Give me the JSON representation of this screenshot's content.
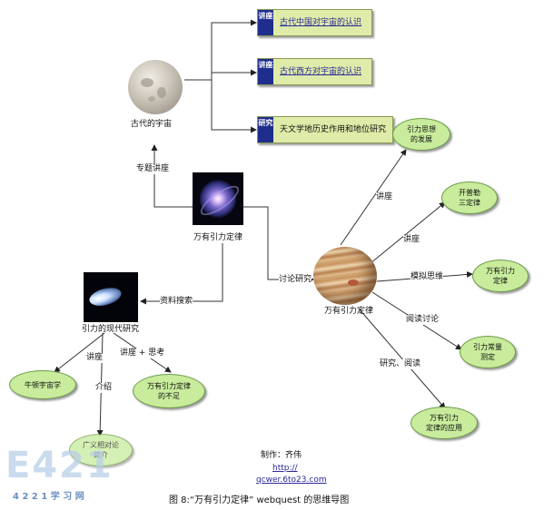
{
  "nodes": {
    "ancient_universe": "古代的宇宙",
    "gravity_law": "万有引力定律",
    "modern_research": "引力的现代研究",
    "gravity_law_planet": "万有引力定律"
  },
  "boxes": [
    {
      "tag": "讲座",
      "text": "古代中国对宇宙的认识"
    },
    {
      "tag": "讲座",
      "text": "古代西方对宇宙的认识"
    },
    {
      "tag": "研究",
      "text": "天文学地历史作用和地位研究"
    }
  ],
  "edge_labels": {
    "special_lecture": "专题讲座",
    "data_search": "资料搜索",
    "discuss_research": "讨论研究",
    "lecture_a": "讲座",
    "lecture_b": "讲座",
    "simulate_thinking": "模拟思维",
    "read_discuss": "阅读讨论",
    "research_read": "研究、阅读",
    "lecture_c": "讲座",
    "intro": "介绍",
    "lecture_think": "讲座 + 思考"
  },
  "ellipses": {
    "gravity_thought": "引力思想\n的发展",
    "kepler": "开普勒\n三定律",
    "gravity_law": "万有引力\n定律",
    "gravity_constant": "引力常量\n测定",
    "gravity_app": "万有引力\n定律的应用",
    "newton_cosmology": "牛顿宇宙学",
    "gravity_shortcoming": "万有引力定律\n的不足",
    "relativity": "广义相对论\n简介"
  },
  "footer": {
    "author": "制作：齐伟",
    "url_http": "http://",
    "url_site": "qcwer.6to23.com",
    "caption": "图 8:“万有引力定律” webquest 的思维导图"
  },
  "watermark": {
    "big": "E421",
    "small": "4 2 2 1 学 习 网"
  },
  "colors": {
    "box_fill": "#dfeba8",
    "tag_fill": "#1f2e8c",
    "ellipse_fill": "#c8ec9c",
    "line": "#333333"
  }
}
